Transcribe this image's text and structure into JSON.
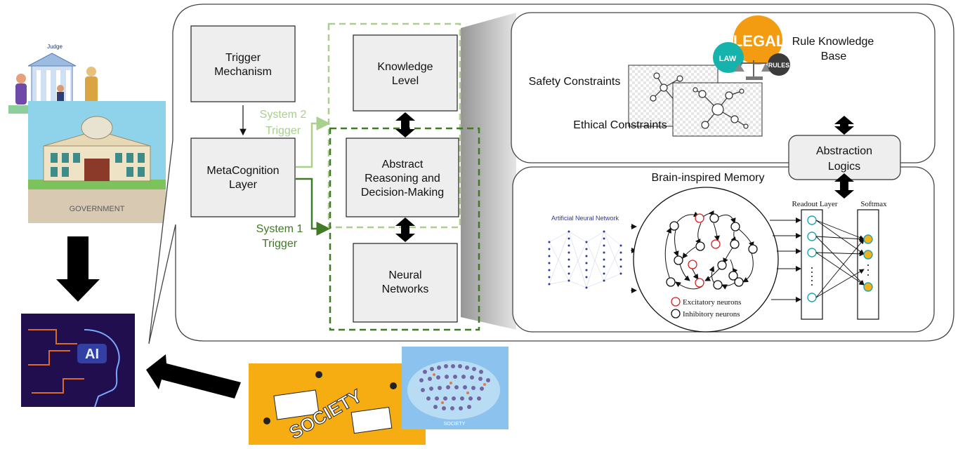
{
  "left_images": {
    "judge_caption": "Judge",
    "government_caption": "GOVERNMENT",
    "ai_caption": "AI",
    "society_caption": "SOCIETY",
    "society_small_caption": "SOCIETY"
  },
  "framework": {
    "trigger_mechanism": [
      "Trigger",
      "Mechanism"
    ],
    "metacognition_layer": [
      "MetaCognition",
      "Layer"
    ],
    "system2_trigger": [
      "System 2",
      "Trigger"
    ],
    "system1_trigger": [
      "System 1",
      "Trigger"
    ],
    "knowledge_level": [
      "Knowledge",
      "Level"
    ],
    "abstract_reasoning": [
      "Abstract",
      "Reasoning and",
      "Decision-Making"
    ],
    "neural_networks": [
      "Neural",
      "Networks"
    ]
  },
  "knowledge_panel": {
    "safety_constraints": "Safety Constraints",
    "ethical_constraints": "Ethical Constraints",
    "rule_knowledge_base": [
      "Rule Knowledge",
      "Base"
    ],
    "legal_badge": "LEGAL",
    "law_badge": "LAW",
    "rules_badge": "RULES"
  },
  "abstraction_logics": [
    "Abstraction",
    "Logics"
  ],
  "memory_panel": {
    "title": "Brain-inspired Memory",
    "ann_label": "Artificial Neural Network",
    "readout_layer": "Readout Layer",
    "softmax": "Softmax",
    "excitatory": "Excitatory neurons",
    "inhibitory": "Inhibitory neurons"
  },
  "colors": {
    "system1": "#3f7a25",
    "system2": "#a9d08e",
    "legal_orange": "#f39c12",
    "law_teal": "#16b3ad",
    "readout_cyan": "#1aa7b5",
    "softmax_gold": "#f2b21b",
    "excitatory_red": "#d62020"
  }
}
